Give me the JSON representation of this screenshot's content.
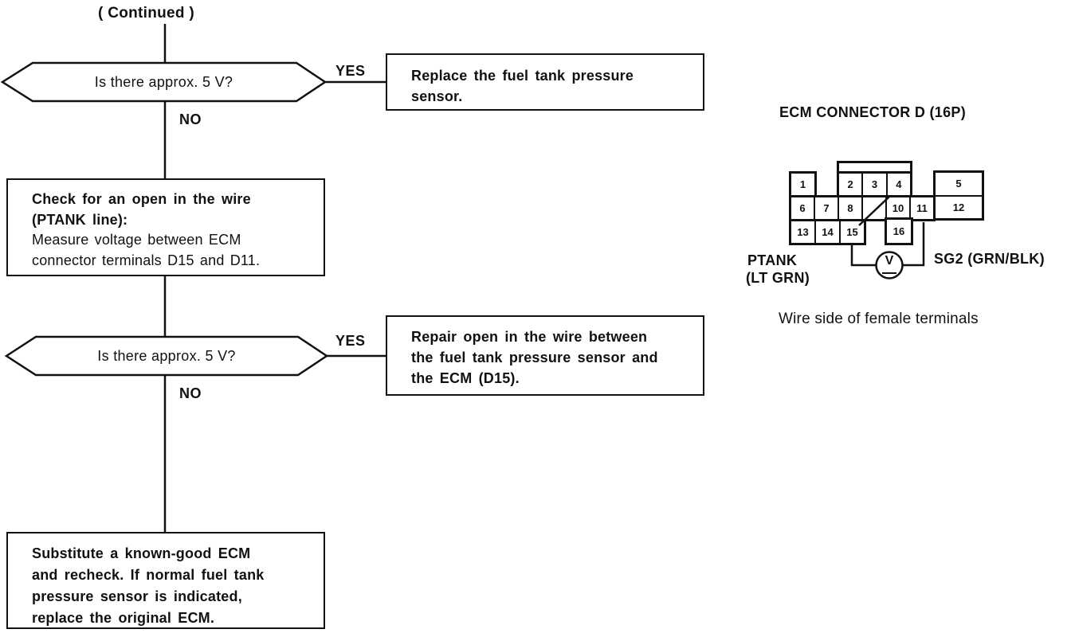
{
  "palette": {
    "ink_color": "#111111",
    "paper_color": "#ffffff"
  },
  "header": {
    "continued": "( Continued )"
  },
  "flowchart": {
    "decision1": {
      "text": "Is there approx. 5 V?",
      "yes": "YES",
      "no": "NO"
    },
    "replace_box": {
      "lines": [
        "Replace the fuel tank pressure",
        "sensor."
      ]
    },
    "check_box": {
      "bold_lines": [
        "Check for an open in the wire",
        "(PTANK line):"
      ],
      "normal_lines": [
        "Measure voltage between ECM",
        "connector terminals D15 and D11."
      ]
    },
    "decision2": {
      "text": "Is there approx. 5 V?",
      "yes": "YES",
      "no": "NO"
    },
    "repair_box": {
      "lines": [
        "Repair open in the wire between",
        "the fuel tank pressure sensor and",
        "the ECM (D15)."
      ]
    },
    "substitute_box": {
      "lines": [
        "Substitute a known-good ECM",
        "and recheck. If normal fuel tank",
        "pressure sensor is indicated,",
        "replace the original ECM."
      ]
    }
  },
  "connector": {
    "title": "ECM CONNECTOR D (16P)",
    "pins": [
      "1",
      "2",
      "3",
      "4",
      "5",
      "6",
      "7",
      "8",
      "10",
      "11",
      "12",
      "13",
      "14",
      "15",
      "16"
    ],
    "ptank_label": "PTANK",
    "ptank_color": "(LT GRN)",
    "sg2_label": "SG2 (GRN/BLK)",
    "voltmeter_symbol": "V",
    "caption": "Wire side of female terminals"
  }
}
